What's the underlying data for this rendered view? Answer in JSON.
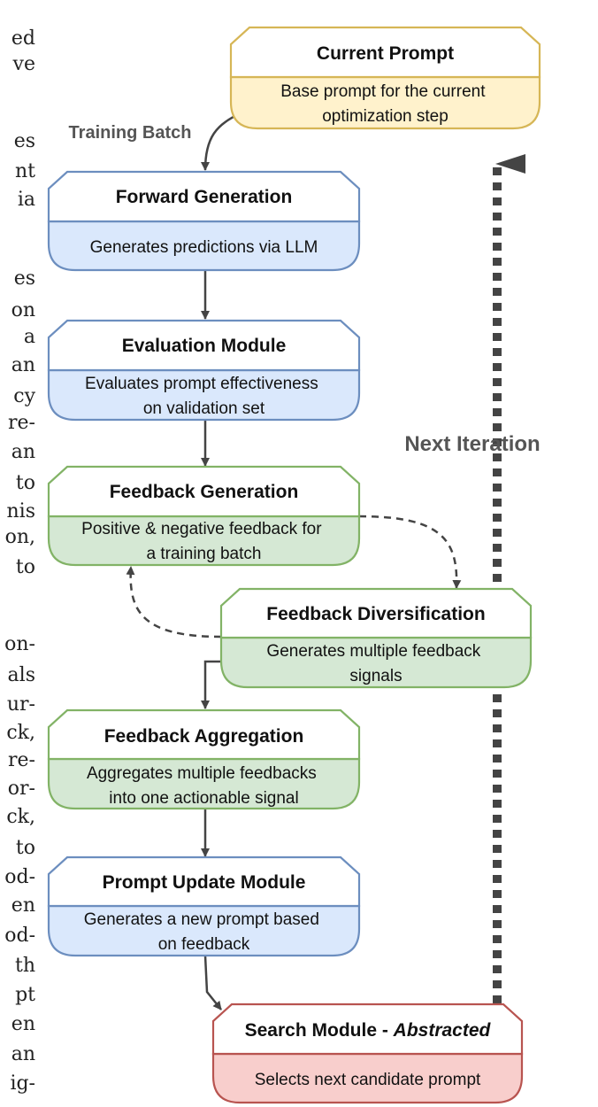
{
  "page_edge_fragments": [
    "ed",
    "ve",
    "es",
    "nt",
    "ia",
    "es",
    "on",
    "a",
    "an",
    "cy",
    "re-",
    "an",
    "to",
    "nis",
    "on,",
    "to",
    "on-",
    "als",
    "ur-",
    "ck,",
    "re-",
    "or-",
    "ck,",
    "to",
    "od-",
    "en",
    "od-",
    "th",
    "pt",
    "en",
    "an",
    "ig-"
  ],
  "nodes": [
    {
      "id": "current-prompt",
      "title": "Current Prompt",
      "lines": [
        "Base prompt for the current",
        "optimization step"
      ],
      "theme": "yellow"
    },
    {
      "id": "forward-generation",
      "title": "Forward Generation",
      "lines": [
        "Generates predictions via LLM"
      ],
      "theme": "blue"
    },
    {
      "id": "evaluation-module",
      "title": "Evaluation Module",
      "lines": [
        "Evaluates prompt effectiveness",
        "on validation set"
      ],
      "theme": "blue"
    },
    {
      "id": "feedback-generation",
      "title": "Feedback Generation",
      "lines": [
        "Positive & negative feedback for",
        "a training batch"
      ],
      "theme": "green"
    },
    {
      "id": "feedback-diversification",
      "title": "Feedback Diversification",
      "lines": [
        "Generates multiple feedback",
        "signals"
      ],
      "theme": "green"
    },
    {
      "id": "feedback-aggregation",
      "title": "Feedback Aggregation",
      "lines": [
        "Aggregates multiple feedbacks",
        "into one actionable signal"
      ],
      "theme": "green"
    },
    {
      "id": "prompt-update-module",
      "title": "Prompt Update Module",
      "lines": [
        "Generates a new prompt based",
        "on feedback"
      ],
      "theme": "blue"
    },
    {
      "id": "search-module",
      "title": "Search Module - ",
      "title_emph": "Abstracted",
      "lines": [
        "Selects next candidate prompt"
      ],
      "theme": "red"
    }
  ],
  "edge_labels": {
    "training_batch": "Training Batch",
    "next_iteration": "Next Iteration"
  },
  "themes": {
    "yellow": {
      "stroke": "#d6b656",
      "fill": "#fff2cc"
    },
    "blue": {
      "stroke": "#6c8ebf",
      "fill": "#dae8fc"
    },
    "green": {
      "stroke": "#82b366",
      "fill": "#d5e8d4"
    },
    "red": {
      "stroke": "#b85450",
      "fill": "#f8cecc"
    }
  },
  "colors": {
    "arrow": "#444444",
    "label": "#555555"
  }
}
